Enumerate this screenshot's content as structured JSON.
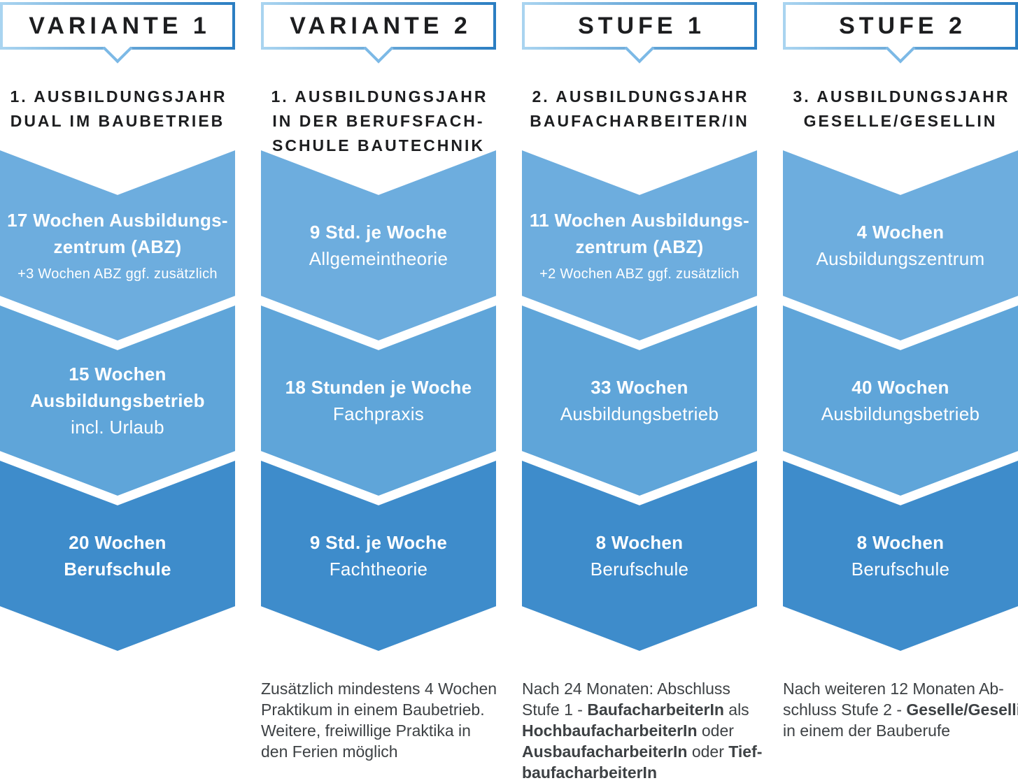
{
  "colors": {
    "chevron_top": "#6dadde",
    "chevron_middle": "#5fa5d9",
    "chevron_bottom": "#3e8ccb",
    "header_border_gradient_start": "#a9d4f0",
    "header_border_gradient_end": "#2b7ec2",
    "heading_text": "#1d1e20",
    "chevron_text": "#ffffff",
    "footnote_text": "#3d4144"
  },
  "columns": [
    {
      "header": "VARIANTE 1",
      "subtitle": "1. AUSBILDUNGSJAHR\nDUAL IM BAUBETRIEB",
      "chevrons": [
        {
          "lines": [
            "17 Wochen Ausbildungs-",
            "zentrum (ABZ)",
            "+3 Wochen ABZ ggf. zusätzlich"
          ]
        },
        {
          "lines": [
            "15 Wochen",
            "Ausbildungsbetrieb",
            "incl. Urlaub"
          ]
        },
        {
          "lines": [
            "20 Wochen",
            "Berufschule"
          ]
        }
      ],
      "footer": []
    },
    {
      "header": "VARIANTE 2",
      "subtitle": "1. AUSBILDUNGSJAHR\nIN DER BERUFSFACH-\nSCHULE BAUTECHNIK",
      "chevrons": [
        {
          "lines": [
            "9 Std. je Woche",
            "Allgemeintheorie"
          ]
        },
        {
          "lines": [
            "18 Stunden je Woche",
            "Fachpraxis"
          ]
        },
        {
          "lines": [
            "9 Std. je Woche",
            "Fachtheorie"
          ]
        }
      ],
      "footer": [
        {
          "text": "Zusätzlich mindestens 4 Wochen"
        },
        {
          "text": "Praktikum in einem Baubetrieb."
        },
        {
          "text": "Weitere, freiwillige Praktika in"
        },
        {
          "text": "den Ferien möglich"
        }
      ]
    },
    {
      "header": "STUFE 1",
      "subtitle": "2. AUSBILDUNGSJAHR\nBAUFACHARBEITER/IN",
      "chevrons": [
        {
          "lines": [
            "11 Wochen Ausbildungs-",
            "zentrum (ABZ)",
            "+2 Wochen ABZ ggf. zusätzlich"
          ]
        },
        {
          "lines": [
            "33 Wochen",
            "Ausbildungsbetrieb"
          ]
        },
        {
          "lines": [
            "8 Wochen",
            "Berufschule"
          ]
        }
      ],
      "footer": [
        {
          "text": "Nach 24 Monaten: Abschluss"
        },
        {
          "text": "Stufe 1 - "
        },
        {
          "text": "BaufacharbeiterIn",
          "bold": true
        },
        {
          "text": " als"
        },
        {
          "text": "HochbaufacharbeiterIn",
          "bold": true
        },
        {
          "text": " oder"
        },
        {
          "text": "AusbaufacharbeiterIn",
          "bold": true
        },
        {
          "text": " oder "
        },
        {
          "text": "Tief-",
          "bold": true
        },
        {
          "text": "baufacharbeiterIn",
          "bold": true
        }
      ]
    },
    {
      "header": "STUFE 2",
      "subtitle": "3. AUSBILDUNGSJAHR\nGESELLE/GESELLIN",
      "chevrons": [
        {
          "lines": [
            "4 Wochen",
            "Ausbildungszentrum"
          ]
        },
        {
          "lines": [
            "40 Wochen",
            "Ausbildungsbetrieb"
          ]
        },
        {
          "lines": [
            "8 Wochen",
            "Berufschule"
          ]
        }
      ],
      "footer": [
        {
          "text": "Nach weiteren 12 Monaten Ab-"
        },
        {
          "text": "schluss Stufe 2 - "
        },
        {
          "text": "Geselle/Gesellin",
          "bold": true
        },
        {
          "text": "in einem der Bauberufe"
        }
      ]
    }
  ]
}
